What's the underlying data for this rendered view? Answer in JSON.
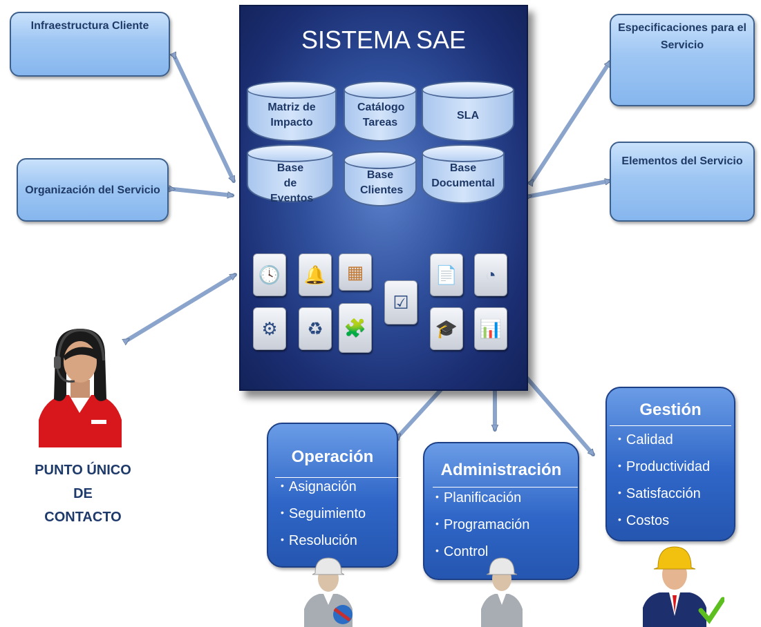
{
  "system": {
    "title": "SISTEMA SAE"
  },
  "databases": [
    {
      "label": "Matriz de Impacto"
    },
    {
      "label": "Catálogo Tareas"
    },
    {
      "label": "SLA"
    },
    {
      "label": "Base de Eventos"
    },
    {
      "label": "Base Clientes"
    },
    {
      "label": "Base Documental"
    }
  ],
  "left_boxes": [
    {
      "label": "Infraestructura Cliente"
    },
    {
      "label": "Organización del Servicio"
    }
  ],
  "right_boxes": [
    {
      "label": "Especificaciones para el Servicio"
    },
    {
      "label": "Elementos del Servicio"
    }
  ],
  "icons": [
    "clock-panel-icon",
    "bell-icon",
    "boxes-icon",
    "checklist-icon",
    "documents-icon",
    "gauge-icon",
    "tools-icon",
    "cycle-icon",
    "puzzle-icon",
    "graduation-icon",
    "chart-gear-icon"
  ],
  "contact": {
    "label": "PUNTO ÚNICO DE CONTACTO"
  },
  "operacion": {
    "title": "Operación",
    "items": [
      "Asignación",
      "Seguimiento",
      "Resolución"
    ]
  },
  "administracion": {
    "title": "Administración",
    "items": [
      "Planificación",
      "Programación",
      "Control"
    ]
  },
  "gestion": {
    "title": "Gestión",
    "items": [
      "Calidad",
      "Productividad",
      "Satisfacción",
      "Costos"
    ]
  },
  "colors": {
    "system_bg": "#1b2e72",
    "light_box": "#9ec6f3",
    "dark_box": "#2f66c7",
    "text_dark": "#1e3a6a",
    "accent_red": "#d7171c",
    "accent_green": "#5cbf1f"
  }
}
